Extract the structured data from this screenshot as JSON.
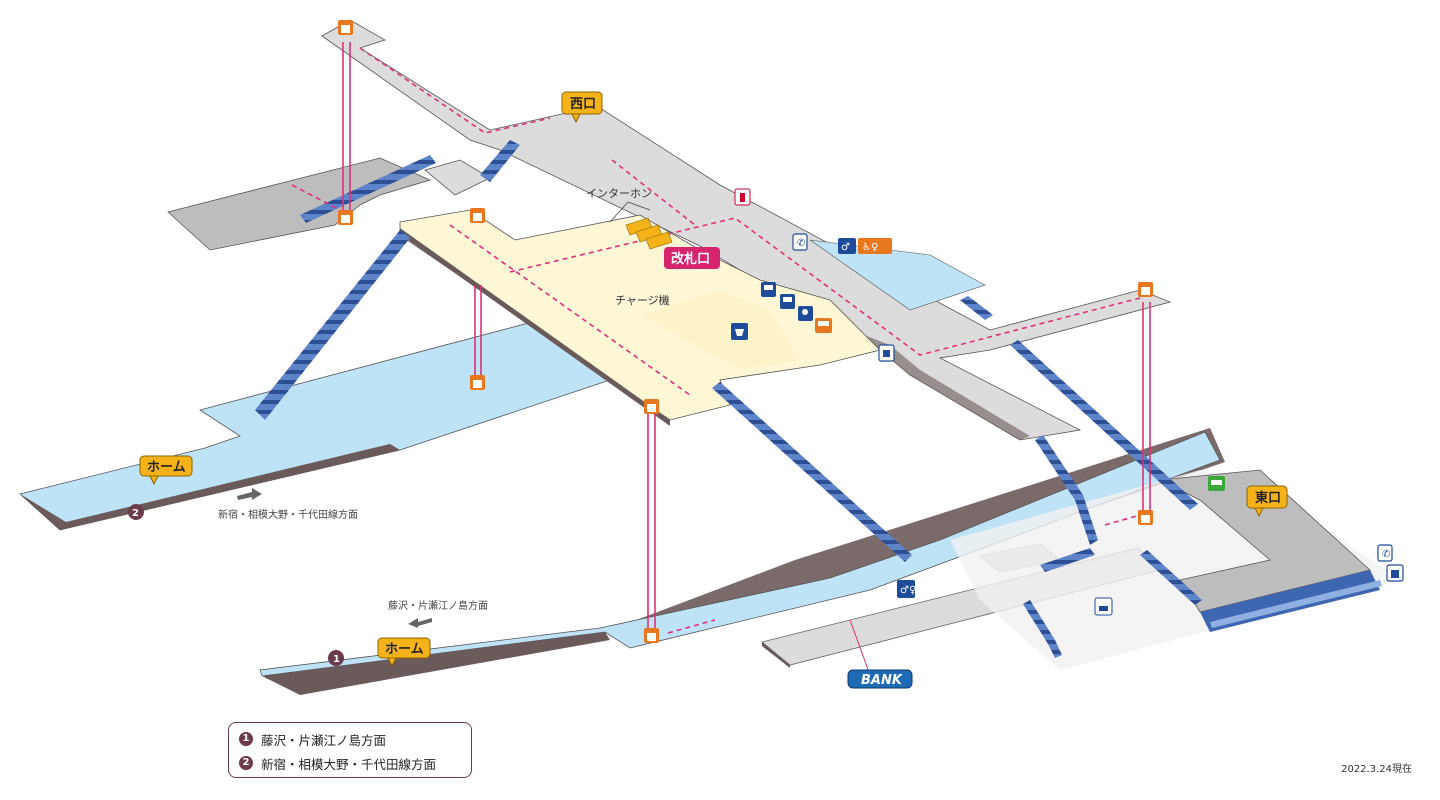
{
  "labels": {
    "west_exit": "西口",
    "east_exit": "東口",
    "ticket_gate": "改札口",
    "platform_upper": "ホーム",
    "platform_lower": "ホーム",
    "intercom": "インターホン",
    "charge_machine": "チャージ機",
    "dir_upper": "新宿・相模大野・千代田線方面",
    "dir_lower": "藤沢・片瀬江ノ島方面",
    "platform_num_upper": "2",
    "platform_num_lower": "1",
    "bank": "BANK"
  },
  "legend": [
    {
      "num": "1",
      "text": "藤沢・片瀬江ノ島方面"
    },
    {
      "num": "2",
      "text": "新宿・相模大野・千代田線方面"
    }
  ],
  "date": "2022.3.24現在",
  "colors": {
    "concourse": "#fdf7d6",
    "platform": "#bfe3f6",
    "gray_floor": "#dcdcdc",
    "dark_floor": "#bdbdbd",
    "stairs": "#3f66b0",
    "elevator": "#e8771e",
    "route": "#e0307a",
    "gate_badge": "#d6246e",
    "exit_badge": "#f6b319",
    "legend_border": "#6b3a4b"
  }
}
